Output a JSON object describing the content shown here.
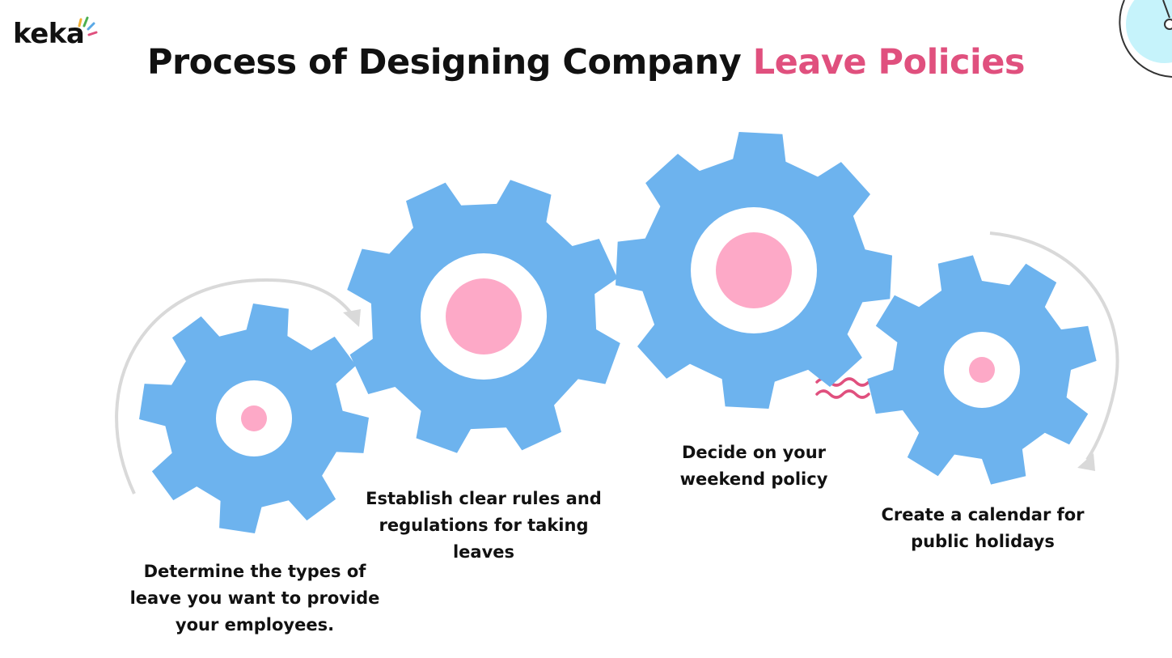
{
  "brand": {
    "logo_text": "keka",
    "spark_colors": [
      "#f2b134",
      "#4caf50",
      "#5aa9e6",
      "#e0507e"
    ]
  },
  "title": {
    "main": "Process of Designing Company",
    "accent": "Leave Policies",
    "accent_color": "#e0507e"
  },
  "colors": {
    "gear": "#6db3ee",
    "hub_ring": "#ffffff",
    "hub_center": "#fda9c7",
    "arrow": "#d9d9d9",
    "wave": "#e0507e",
    "corner_circle": "#c6f3fb"
  },
  "steps": [
    {
      "label_lines": [
        "Determine the types of",
        "leave you want to provide",
        "your employees."
      ],
      "icon": "gear-icon"
    },
    {
      "label_lines": [
        "Establish clear rules and",
        "regulations for taking",
        "leaves"
      ],
      "icon": "gear-icon"
    },
    {
      "label_lines": [
        "Decide on your",
        "weekend policy"
      ],
      "icon": "gear-icon"
    },
    {
      "label_lines": [
        "Create a calendar for",
        "public holidays"
      ],
      "icon": "gear-icon"
    }
  ]
}
